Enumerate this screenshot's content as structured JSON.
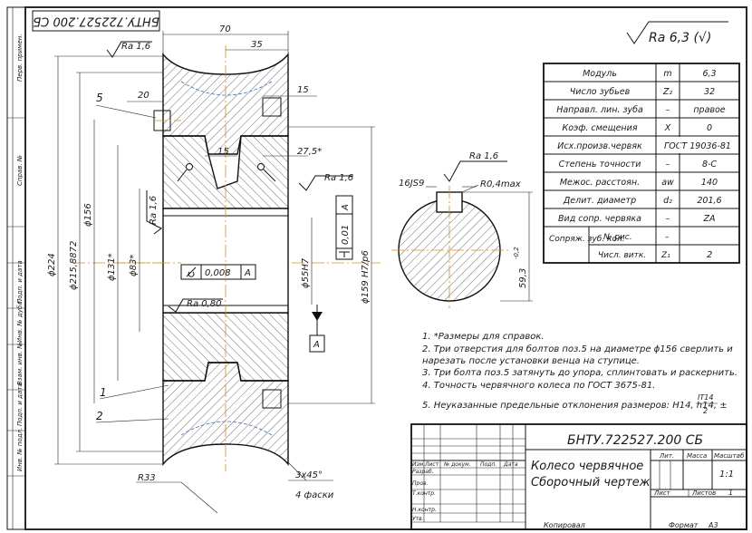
{
  "stamp_rotated": "БНТУ.722527.200 СБ",
  "roughness_general": "Ra 6,3 (√)",
  "side_labels": [
    "Перв. примен.",
    "Справ. №",
    "Подп. и дата",
    "Инв. № дубл.",
    "Взам. инв. №",
    "Подп. и дата",
    "Инв. № подл."
  ],
  "dims": {
    "d70": "70",
    "d35": "35",
    "d20": "20",
    "d15a": "15",
    "d15b": "15",
    "d275": "27,5*",
    "phi224": "ϕ224",
    "phi215": "ϕ215,8872",
    "phi156": "ϕ156",
    "phi131": "ϕ131*",
    "phi83": "ϕ83*",
    "phi55": "ϕ55H7",
    "phi159": "ϕ159 H7/p6",
    "r33": "R33",
    "chamfer": "3x45°",
    "chamfer_note": "4 фаски",
    "keyway": "16JS9",
    "r04": "R0,4max",
    "dim593": "59,3",
    "dim593_tol": "-0,2",
    "pos1": "1",
    "pos2": "2",
    "pos5": "5"
  },
  "roughness": {
    "ra16_top": "Ra 1,6",
    "ra16_mid": "Ra 1,6",
    "ra16_vert": "Ra 1,6",
    "ra080": "Ra 0,80",
    "ra16_key": "Ra 1,6"
  },
  "tolerance": {
    "runout_val": "0,008",
    "runout_base": "A",
    "perp_val": "0,01",
    "perp_base": "A",
    "datum": "A"
  },
  "params_table": [
    {
      "name": "Модуль",
      "sym": "m",
      "val": "6,3"
    },
    {
      "name": "Число зубьев",
      "sym": "Z₂",
      "val": "32"
    },
    {
      "name": "Направл. лин. зуба",
      "sym": "–",
      "val": "правое"
    },
    {
      "name": "Коэф. смещения",
      "sym": "X",
      "val": "0"
    },
    {
      "name": "Исх.произв.червяк",
      "sym": "ГОСТ 19036-81",
      "val": ""
    },
    {
      "name": "Степень точности",
      "sym": "–",
      "val": "8-C"
    },
    {
      "name": "Межос. расстоян.",
      "sym": "aw",
      "val": "140"
    },
    {
      "name": "Делит. диаметр",
      "sym": "d₂",
      "val": "201,6"
    },
    {
      "name": "Вид сопр. червяка",
      "sym": "–",
      "val": "ZA"
    }
  ],
  "mating": {
    "group": "Сопряж. зуб. кол.",
    "row1_name": "№ рис.",
    "row1_sym": "–",
    "row2_name": "Числ. витк.",
    "row2_sym": "Z₁",
    "row2_val": "2"
  },
  "notes": [
    "1. *Размеры для справок.",
    "2. Три отверстия для болтов поз.5 на диаметре ϕ156 сверлить и",
    "нарезать после установки венца на ступице.",
    "3. Три болта поз.5 затянуть до упора, сплинтовать и раскернить.",
    "4. Точность червячного колеса по ГОСТ 3675-81.",
    "5. Неуказанные предельные отклонения размеров: H14, h14, ±",
    "IT14",
    "2"
  ],
  "title_block": {
    "code": "БНТУ.722527.200 СБ",
    "name_line1": "Колесо червячное",
    "name_line2": "Сборочный чертеж",
    "lit": "Лит.",
    "mass": "Масса",
    "scale": "Масштаб",
    "scale_val": "1:1",
    "sheet": "Лист",
    "sheets": "Листов",
    "sheets_val": "1",
    "col_izm": "Изм.",
    "col_list": "Лист",
    "col_doc": "№ докум.",
    "col_sign": "Подп.",
    "col_date": "Дата",
    "razrab": "Разраб.",
    "prov": "Пров.",
    "tkontr": "Т.контр.",
    "nkontr": "Н.контр.",
    "utv": "Утв.",
    "copied": "Копировал",
    "format": "Формат",
    "format_val": "А3"
  }
}
